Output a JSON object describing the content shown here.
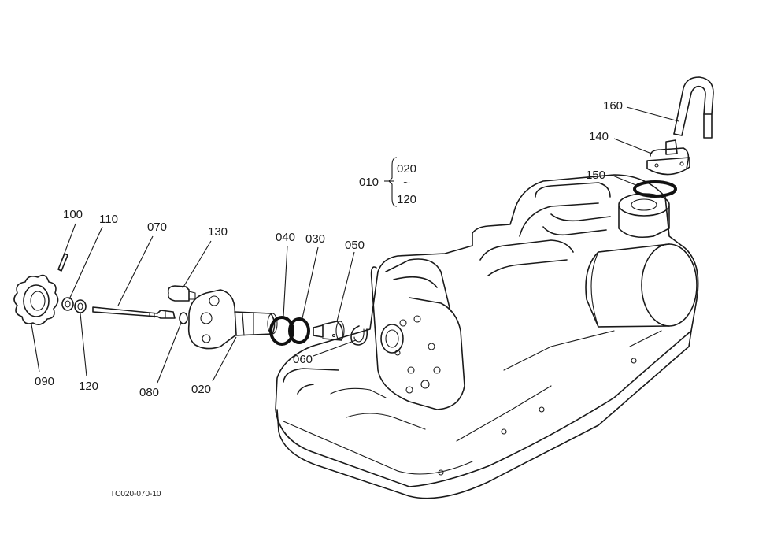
{
  "figure_code": "TC020-070-10",
  "group": {
    "id": "010",
    "range_from": "020",
    "range_sep": "~",
    "range_to": "120"
  },
  "callouts": {
    "p020": "020",
    "p030": "030",
    "p040": "040",
    "p050": "050",
    "p060": "060",
    "p070": "070",
    "p080": "080",
    "p090": "090",
    "p100": "100",
    "p110": "110",
    "p120": "120",
    "p130": "130",
    "p140": "140",
    "p150": "150",
    "p160": "160"
  }
}
